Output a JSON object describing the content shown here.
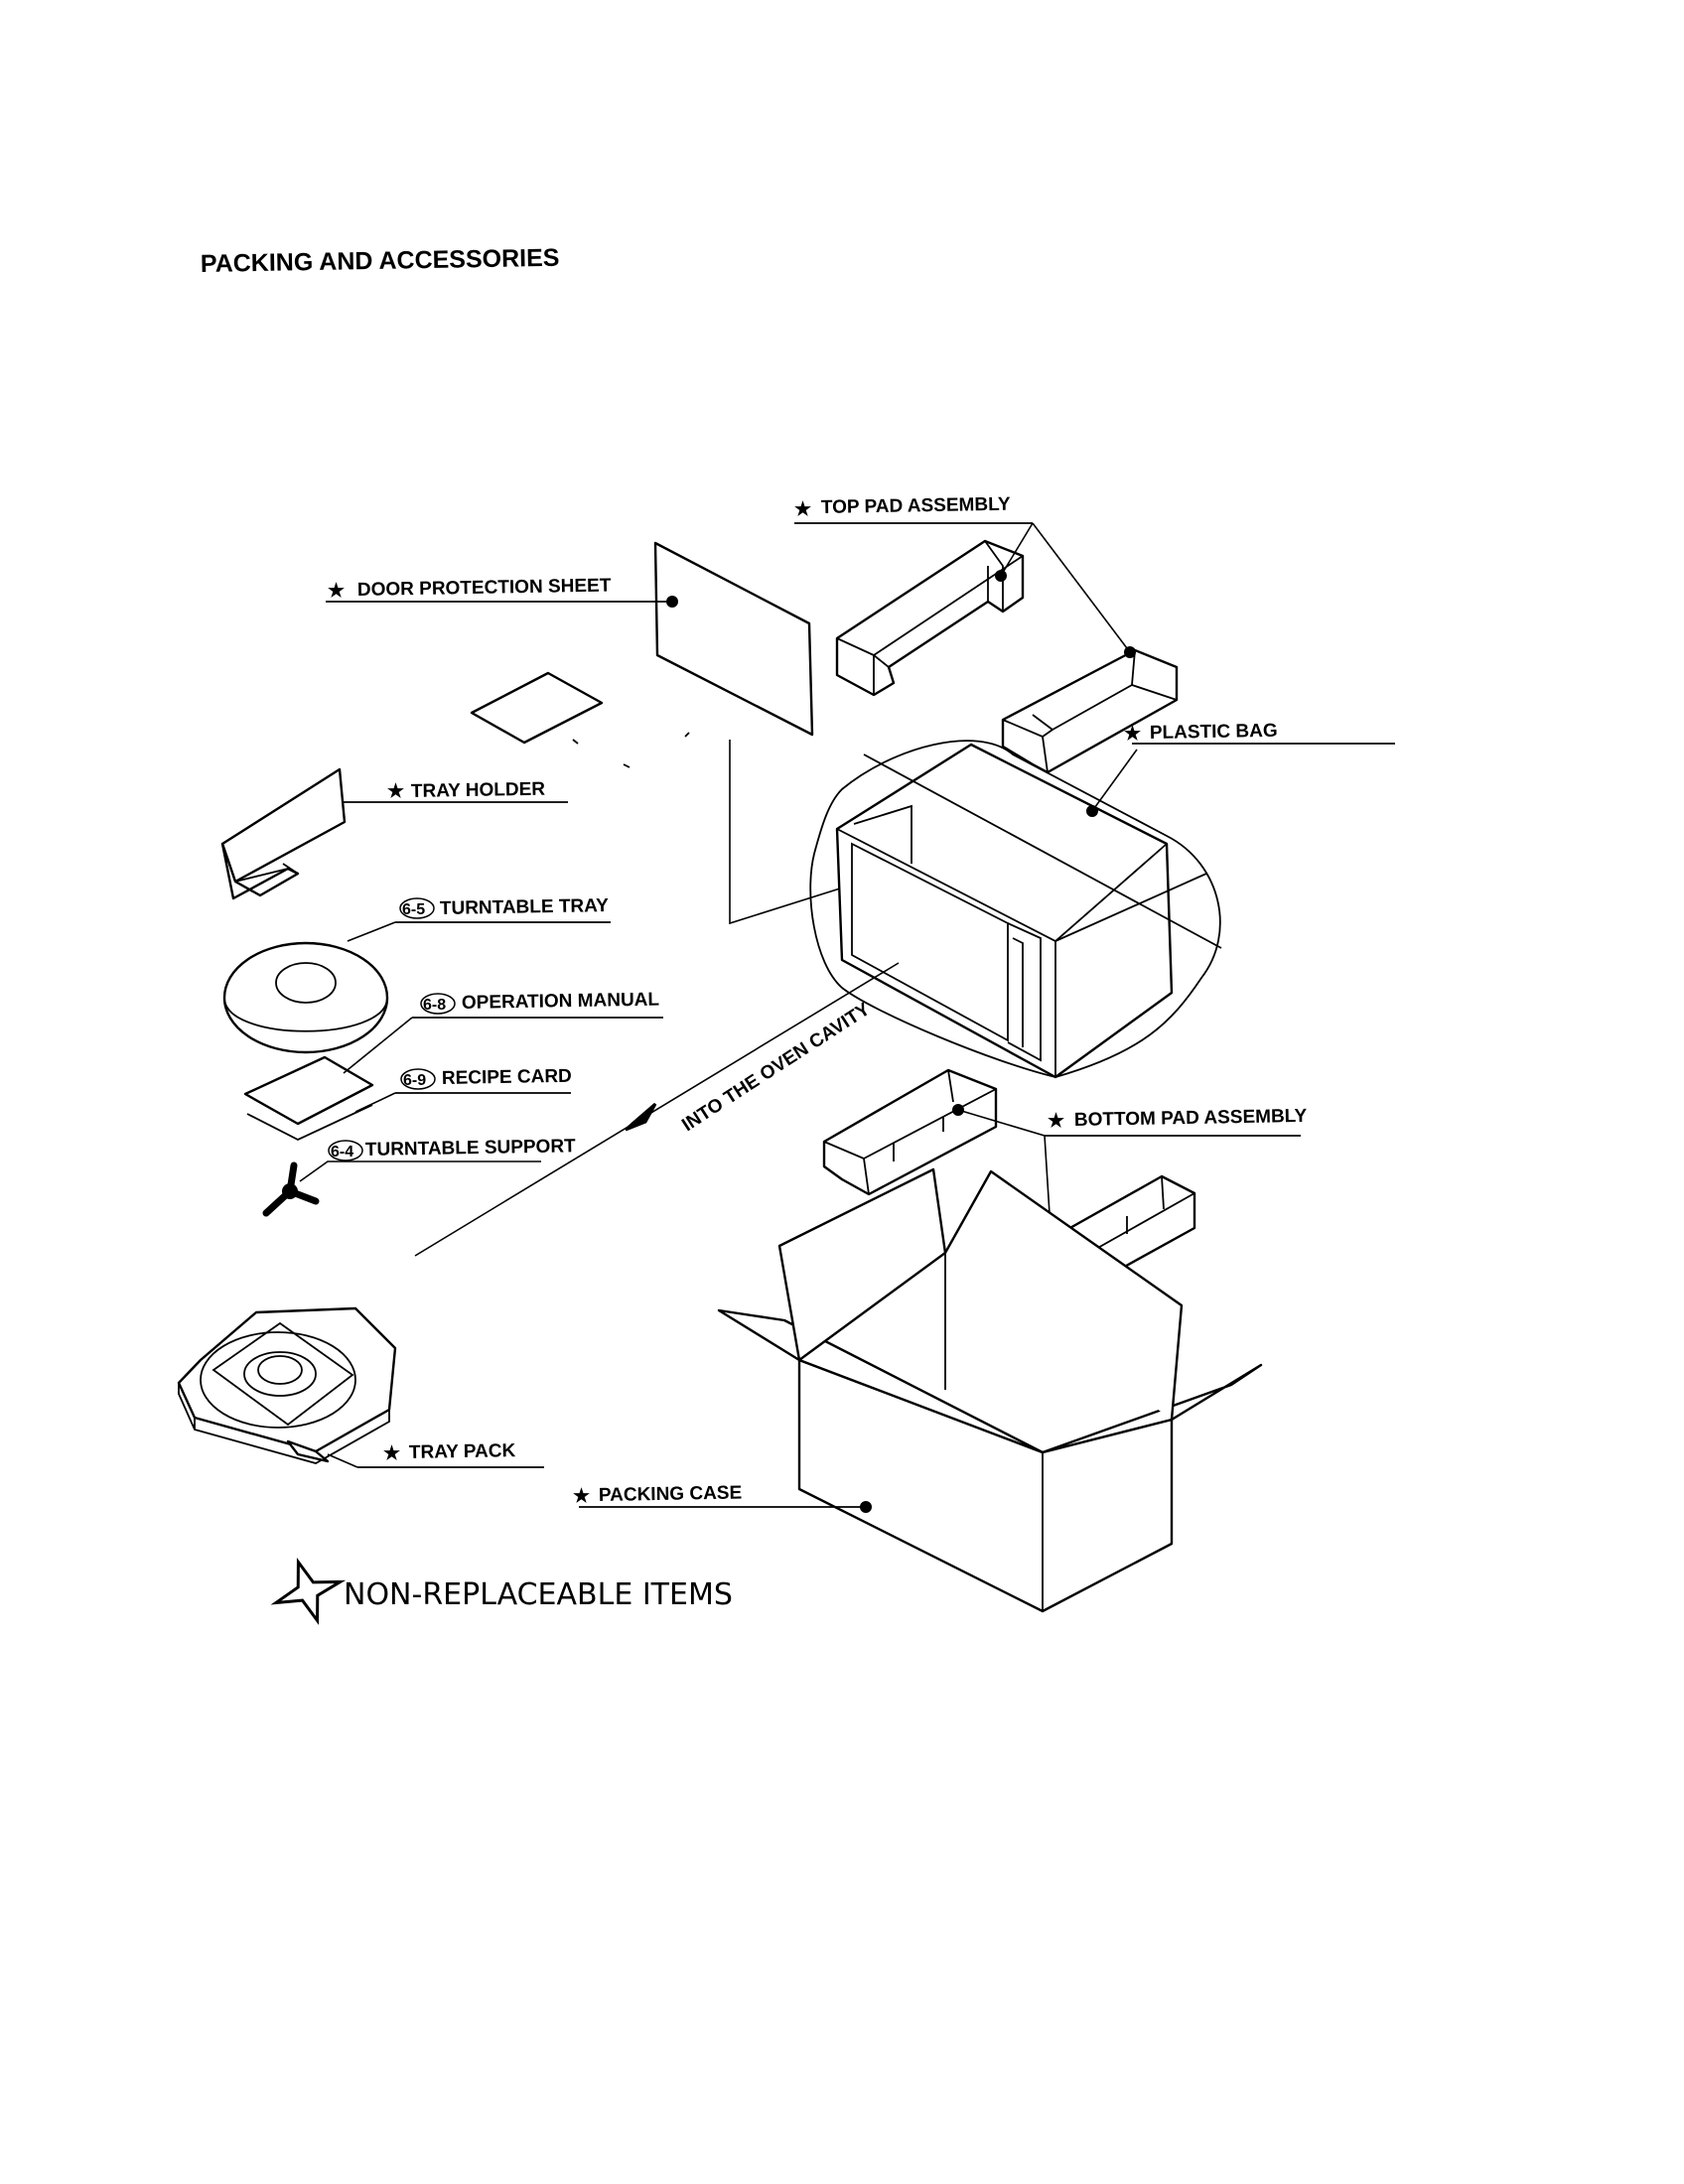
{
  "title": "PACKING AND ACCESSORIES",
  "labels": {
    "top_pad": "TOP PAD ASSEMBLY",
    "door_sheet": "DOOR PROTECTION SHEET",
    "plastic_bag": "PLASTIC BAG",
    "tray_holder": "TRAY HOLDER",
    "turntable_tray": "TURNTABLE TRAY",
    "operation_manual": "OPERATION MANUAL",
    "recipe_card": "RECIPE CARD",
    "turntable_support": "TURNTABLE SUPPORT",
    "bottom_pad": "BOTTOM PAD ASSEMBLY",
    "tray_pack": "TRAY PACK",
    "packing_case": "PACKING CASE",
    "into_cavity": "INTO THE OVEN CAVITY"
  },
  "codes": {
    "turntable_tray": "6-5",
    "operation_manual": "6-8",
    "recipe_card": "6-9",
    "turntable_support": "6-4"
  },
  "star": "★",
  "legend": {
    "text": "NON-REPLACEABLE ITEMS",
    "icon": "four-point-star-icon"
  }
}
